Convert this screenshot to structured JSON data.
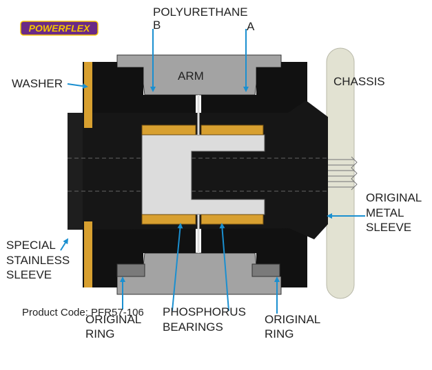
{
  "brand": {
    "logo_text": "POWERFLEX"
  },
  "labels": {
    "polyurethane": "POLYURETHANE",
    "b": "B",
    "a": "A",
    "arm": "ARM",
    "chassis": "CHASSIS",
    "washer": "WASHER",
    "original_metal_sleeve_1": "ORIGINAL",
    "original_metal_sleeve_2": "METAL",
    "original_metal_sleeve_3": "SLEEVE",
    "special_1": "SPECIAL",
    "special_2": "STAINLESS",
    "special_3": "SLEEVE",
    "product_code": "Product Code: PFR57-106",
    "original_ring_left_1": "ORIGINAL",
    "original_ring_left_2": "RING",
    "phosphorus_1": "PHOSPHORUS",
    "phosphorus_2": "BEARINGS",
    "original_ring_right_1": "ORIGINAL",
    "original_ring_right_2": "RING"
  },
  "colors": {
    "polyurethane": "#111111",
    "metal": "#a3a3a3",
    "bearing": "#d8a030",
    "chassis": "#e2e2d2",
    "arrow": "#1a8fd0",
    "logo_bg": "#6a2a86",
    "logo_text": "#f5c400"
  }
}
